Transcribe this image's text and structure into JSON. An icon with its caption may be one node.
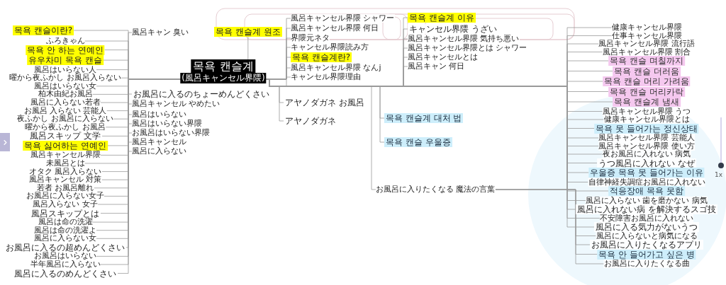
{
  "diagram": {
    "nodes": [
      {
        "text": [
          "목욕 캔슬계",
          "(風呂キャンセル界隈)"
        ]
      },
      {
        "text": [
          "목욕 캔슬이란?"
        ]
      },
      {
        "text": [
          "風呂キャン 臭い"
        ]
      },
      {
        "text": [
          "목욕 캔슬계 원조"
        ]
      },
      {
        "text": [
          "風呂キャンセル界隈 シャワー"
        ]
      },
      {
        "text": [
          "界隈元ネタ"
        ]
      },
      {
        "text": [
          "キャンセル界隈読み方"
        ]
      },
      {
        "text": [
          "목욕 캔슬계란?"
        ]
      },
      {
        "text": [
          "風呂キャンセル界隈とは シャワー"
        ]
      },
      {
        "text": [
          "キャンセル界隈理由"
        ]
      },
      {
        "text": [
          "風呂キャンセル界隈 何日"
        ]
      },
      {
        "text": [
          "목욕 캔슬계 이유"
        ]
      },
      {
        "text": [
          "キャンセル界隈 うざい"
        ]
      },
      {
        "text": [
          "風呂キャンセル界隈 なんj"
        ]
      },
      {
        "text": [
          "風呂キャンセル界隈 気持ち悪い"
        ]
      },
      {
        "text": [
          "風呂キャン 何日"
        ]
      },
      {
        "text": [
          "風呂キャンセルとは"
        ]
      },
      {
        "text": [
          "健康キャンセル界隈"
        ]
      },
      {
        "text": [
          "仕事キャンセル界隈"
        ]
      },
      {
        "text": [
          "風呂キャンセル界隈 流行語"
        ]
      },
      {
        "text": [
          "風呂キャンセル界隈 割合"
        ]
      },
      {
        "text": [
          "목욕 캔슬 며칠까지"
        ]
      },
      {
        "text": [
          "목욕 캔슬 더러움"
        ]
      },
      {
        "text": [
          "목욕 캔슬 머리 가려움"
        ]
      },
      {
        "text": [
          "목욕 캔슬 머리카락"
        ]
      },
      {
        "text": [
          "목욕 캔슬계 냄새"
        ]
      },
      {
        "text": [
          "風呂キャンセル界隈 うつ"
        ]
      },
      {
        "text": [
          "健康キャンセル界隈とは"
        ]
      },
      {
        "text": [
          "목욕 못 들어가는 정신상태"
        ]
      },
      {
        "text": [
          "風呂キャンセル界隈 芸能人"
        ]
      },
      {
        "text": [
          "風呂キャンセル界隈 使い方"
        ]
      },
      {
        "text": [
          "夜お風呂に入れない 病気"
        ]
      },
      {
        "text": [
          "うつ風呂に入れない なぜ"
        ]
      },
      {
        "text": [
          "우울증 목욕 못 들어가는 이유"
        ]
      },
      {
        "text": [
          "自律神経失調症お風呂に入れない"
        ]
      },
      {
        "text": [
          "적응장애 목욕 못함"
        ]
      },
      {
        "text": [
          "風呂に入らない 歯を磨かない 病気"
        ]
      },
      {
        "text": [
          "風呂に入れない病 を解決するスゴ技"
        ]
      },
      {
        "text": [
          "不安障害お風呂に入れない"
        ]
      },
      {
        "text": [
          "風呂に入る気力がないうつ"
        ]
      },
      {
        "text": [
          "風呂に入らないと病気になる"
        ]
      },
      {
        "text": [
          "お風呂に入りたくなるアプリ"
        ]
      },
      {
        "text": [
          "목욕 안 들어가고 싶은 병"
        ]
      },
      {
        "text": [
          "お風呂に入りたくなる曲"
        ]
      },
      {
        "text": [
          "목욕 캔슬 우울증"
        ]
      },
      {
        "text": [
          "목욕 캔슬계 대처 법"
        ]
      },
      {
        "text": [
          "お風呂に入りたくなる 魔法の言葉"
        ]
      },
      {
        "text": [
          "ふろきゃん"
        ]
      },
      {
        "text": [
          "목욕 안 하는 연예인"
        ]
      },
      {
        "text": [
          "유우차미 목욕 캔슬"
        ]
      },
      {
        "text": [
          "風呂はいらない人"
        ]
      },
      {
        "text": [
          "曜から夜ふかし お風呂入らない"
        ]
      },
      {
        "text": [
          "風呂はいらない女"
        ]
      },
      {
        "text": [
          "柏木由紀お風呂"
        ]
      },
      {
        "text": [
          "風呂に入らない若者"
        ]
      },
      {
        "text": [
          "お風呂 入らない 芸能人"
        ]
      },
      {
        "text": [
          "夜ふかし お風呂に入らない"
        ]
      },
      {
        "text": [
          "曜から夜ふかし お風呂"
        ]
      },
      {
        "text": [
          "風呂スキップ 文学"
        ]
      },
      {
        "text": [
          "목욕 싫어하는 연예인"
        ]
      },
      {
        "text": [
          "風呂キャンセル界隈"
        ]
      },
      {
        "text": [
          "未風呂とは"
        ]
      },
      {
        "text": [
          "オタク 風呂入らない"
        ]
      },
      {
        "text": [
          "風呂キャンセル 対策"
        ]
      },
      {
        "text": [
          "若者 お風呂離れ"
        ]
      },
      {
        "text": [
          "お風呂に入らない女子"
        ]
      },
      {
        "text": [
          "風呂入らない 女子"
        ]
      },
      {
        "text": [
          "風呂スキップとは"
        ]
      },
      {
        "text": [
          "風呂は命の洗濯"
        ]
      },
      {
        "text": [
          "風呂は命の洗濯よ"
        ]
      },
      {
        "text": [
          "風呂に入らない女"
        ]
      },
      {
        "text": [
          "お風呂に入るの超めんどくさい"
        ]
      },
      {
        "text": [
          "お風呂はいらない"
        ]
      },
      {
        "text": [
          "半年風呂に入らない"
        ]
      },
      {
        "text": [
          "風呂に入るのめんどくさい"
        ]
      },
      {
        "text": [
          "お風呂に入るのちょーめんどくさい"
        ]
      },
      {
        "text": [
          "風呂キャンセル やめたい"
        ]
      },
      {
        "text": [
          "風呂はいらない"
        ]
      },
      {
        "text": [
          "風呂はいらない界隈"
        ]
      },
      {
        "text": [
          "お風呂はいらない界隈"
        ]
      },
      {
        "text": [
          "風呂キャンセル"
        ]
      },
      {
        "text": [
          "風呂に入らない"
        ]
      },
      {
        "text": [
          "アヤノダガネ お風呂"
        ]
      },
      {
        "text": [
          "アヤノダガネ"
        ]
      }
    ],
    "edges": [
      {
        "from": 0,
        "to": 1,
        "arrow": "none"
      },
      {
        "from": 0,
        "to": 2,
        "arrow": "none"
      },
      {
        "from": 0,
        "to": 3,
        "arrow": "none"
      },
      {
        "from": 0,
        "to": 4,
        "arrow": "none"
      },
      {
        "from": 0,
        "to": 5,
        "arrow": "none"
      },
      {
        "from": 0,
        "to": 6,
        "arrow": "none"
      },
      {
        "from": 0,
        "to": 7,
        "arrow": "none"
      },
      {
        "from": 0,
        "to": 8,
        "arrow": "none"
      },
      {
        "from": 0,
        "to": 9,
        "arrow": "none"
      },
      {
        "from": 0,
        "to": 10,
        "arrow": "none"
      },
      {
        "from": 0,
        "to": 11,
        "arrow": "none"
      },
      {
        "from": 0,
        "to": 12,
        "arrow": "none"
      },
      {
        "from": 0,
        "to": 13,
        "arrow": "none"
      },
      {
        "from": 0,
        "to": 14,
        "arrow": "none"
      },
      {
        "from": 0,
        "to": 15,
        "arrow": "none"
      },
      {
        "from": 0,
        "to": 16,
        "arrow": "none"
      },
      {
        "from": 0,
        "to": 17,
        "arrow": "none"
      },
      {
        "from": 0,
        "to": 18,
        "arrow": "none"
      },
      {
        "from": 0,
        "to": 19,
        "arrow": "none"
      },
      {
        "from": 0,
        "to": 20,
        "arrow": "none"
      },
      {
        "from": 0,
        "to": 21,
        "arrow": "none"
      },
      {
        "from": 0,
        "to": 22,
        "arrow": "none"
      },
      {
        "from": 0,
        "to": 23,
        "arrow": "none"
      },
      {
        "from": 0,
        "to": 24,
        "arrow": "none"
      },
      {
        "from": 0,
        "to": 25,
        "arrow": "none"
      },
      {
        "from": 0,
        "to": 26,
        "arrow": "none"
      },
      {
        "from": 0,
        "to": 27,
        "arrow": "none"
      },
      {
        "from": 0,
        "to": 28,
        "arrow": "none"
      },
      {
        "from": 0,
        "to": 29,
        "arrow": "none"
      },
      {
        "from": 0,
        "to": 30,
        "arrow": "none"
      },
      {
        "from": 0,
        "to": 31,
        "arrow": "none"
      },
      {
        "from": 0,
        "to": 32,
        "arrow": "none"
      },
      {
        "from": 0,
        "to": 33,
        "arrow": "none"
      },
      {
        "from": 0,
        "to": 34,
        "arrow": "none"
      },
      {
        "from": 0,
        "to": 35,
        "arrow": "none"
      },
      {
        "from": 0,
        "to": 36,
        "arrow": "none"
      },
      {
        "from": 0,
        "to": 37,
        "arrow": "none"
      },
      {
        "from": 0,
        "to": 38,
        "arrow": "none"
      },
      {
        "from": 0,
        "to": 39,
        "arrow": "none"
      },
      {
        "from": 46,
        "to": 40,
        "arrow": "none"
      },
      {
        "from": 46,
        "to": 41,
        "arrow": "none"
      },
      {
        "from": 46,
        "to": 42,
        "arrow": "none"
      },
      {
        "from": 46,
        "to": 43,
        "arrow": "none"
      },
      {
        "from": 0,
        "to": 44,
        "arrow": "none"
      },
      {
        "from": 0,
        "to": 45,
        "arrow": "none"
      },
      {
        "from": 0,
        "to": 46,
        "arrow": "none"
      },
      {
        "from": 0,
        "to": 47,
        "arrow": "none"
      },
      {
        "from": 0,
        "to": 48,
        "arrow": "none"
      },
      {
        "from": 0,
        "to": 49,
        "arrow": "none"
      },
      {
        "from": 0,
        "to": 50,
        "arrow": "none"
      },
      {
        "from": 0,
        "to": 51,
        "arrow": "none"
      },
      {
        "from": 0,
        "to": 52,
        "arrow": "none"
      },
      {
        "from": 0,
        "to": 53,
        "arrow": "none"
      },
      {
        "from": 0,
        "to": 54,
        "arrow": "none"
      },
      {
        "from": 0,
        "to": 55,
        "arrow": "none"
      },
      {
        "from": 0,
        "to": 56,
        "arrow": "none"
      },
      {
        "from": 0,
        "to": 57,
        "arrow": "none"
      },
      {
        "from": 0,
        "to": 58,
        "arrow": "none"
      },
      {
        "from": 0,
        "to": 59,
        "arrow": "none"
      },
      {
        "from": 0,
        "to": 60,
        "arrow": "none"
      },
      {
        "from": 0,
        "to": 61,
        "arrow": "none"
      },
      {
        "from": 0,
        "to": 62,
        "arrow": "none"
      },
      {
        "from": 0,
        "to": 63,
        "arrow": "none"
      },
      {
        "from": 0,
        "to": 64,
        "arrow": "none"
      },
      {
        "from": 0,
        "to": 65,
        "arrow": "none"
      },
      {
        "from": 0,
        "to": 66,
        "arrow": "none"
      },
      {
        "from": 0,
        "to": 67,
        "arrow": "none"
      },
      {
        "from": 0,
        "to": 68,
        "arrow": "none"
      },
      {
        "from": 0,
        "to": 69,
        "arrow": "none"
      },
      {
        "from": 0,
        "to": 70,
        "arrow": "none"
      },
      {
        "from": 0,
        "to": 71,
        "arrow": "none"
      },
      {
        "from": 0,
        "to": 72,
        "arrow": "none"
      },
      {
        "from": 0,
        "to": 73,
        "arrow": "none"
      },
      {
        "from": 0,
        "to": 74,
        "arrow": "none"
      },
      {
        "from": 0,
        "to": 75,
        "arrow": "none"
      },
      {
        "from": 0,
        "to": 76,
        "arrow": "none"
      },
      {
        "from": 0,
        "to": 77,
        "arrow": "none"
      },
      {
        "from": 0,
        "to": 78,
        "arrow": "none"
      },
      {
        "from": 0,
        "to": 79,
        "arrow": "none"
      },
      {
        "from": 0,
        "to": 80,
        "arrow": "none"
      },
      {
        "from": 0,
        "to": 81,
        "arrow": "none"
      },
      {
        "from": 0,
        "to": 82,
        "arrow": "none"
      },
      {
        "from": 0,
        "to": 83,
        "arrow": "none"
      }
    ],
    "labels": [
      "1x"
    ]
  }
}
